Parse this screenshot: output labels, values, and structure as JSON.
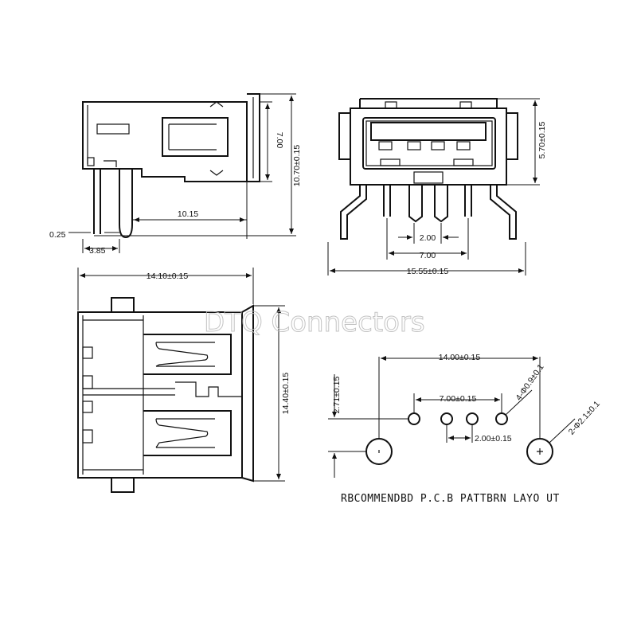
{
  "watermark": "DTQ Connectors",
  "pcb_caption": "RBCOMMENDBD P.C.B PATTBRN LAYO UT",
  "side_view": {
    "dim_height_inner": "7.00",
    "dim_height_total": "10.70±0.15",
    "dim_pin_length": "10.15",
    "dim_pin_thickness": "0.25",
    "dim_pin_offset": "3.85"
  },
  "front_view": {
    "dim_height": "5.70±0.15",
    "dim_pitch_inner": "2.00",
    "dim_pin_span": "7.00",
    "dim_width": "15.55±0.15"
  },
  "top_view": {
    "dim_length": "14.10±0.15",
    "dim_width": "14.40±0.15"
  },
  "pcb_layout": {
    "dim_mount_spacing": "14.00±0.15",
    "dim_outer_pins": "7.00±0.15",
    "dim_pin_pitch": "2.00±0.15",
    "dim_row_offset": "2.71±0.15",
    "dim_small_holes": "4-Φ0.9±0.1",
    "dim_large_holes": "2-Φ2.1±0.1"
  }
}
